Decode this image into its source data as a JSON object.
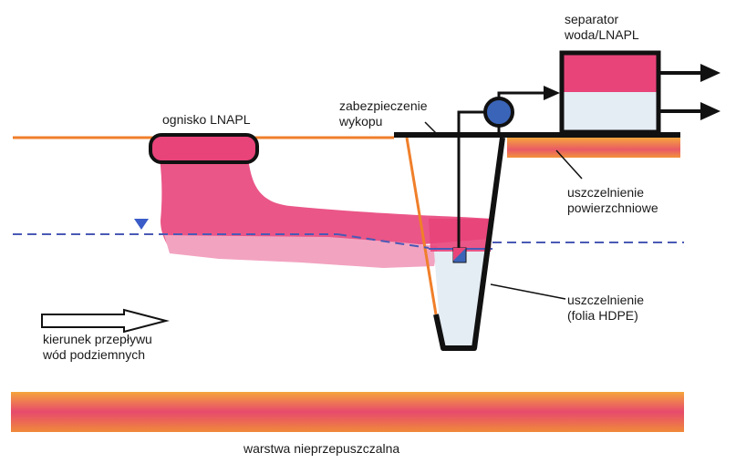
{
  "labels": {
    "separator_line1": "separator",
    "separator_line2": "woda/LNAPL",
    "excavation_protection_line1": "zabezpieczenie",
    "excavation_protection_line2": "wykopu",
    "lnapl_source": "ognisko LNAPL",
    "surface_seal_line1": "uszczelnienie",
    "surface_seal_line2": "powierzchniowe",
    "hdpe_seal_line1": "uszczelnienie",
    "hdpe_seal_line2": "(folia HDPE)",
    "flow_direction_line1": "kierunek przepływu",
    "flow_direction_line2": "wód podziemnych",
    "impermeable_layer": "warstwa nieprzepuszczalna"
  },
  "colors": {
    "ground_surface": "#f07f2a",
    "lnapl": "#e8447a",
    "lnapl_light": "#f2a3c0",
    "water_table": "#4a5ab5",
    "trench_water": "#e4ecf4",
    "layer_gradient_top": "#f5a53c",
    "layer_gradient_mid": "#e74a6c",
    "outline": "#111111",
    "pump": "#3a64b8"
  },
  "icons": {
    "pump": "pump-icon",
    "water_table_marker": "water-table-triangle-icon",
    "flow_arrow": "flow-arrow-icon"
  }
}
